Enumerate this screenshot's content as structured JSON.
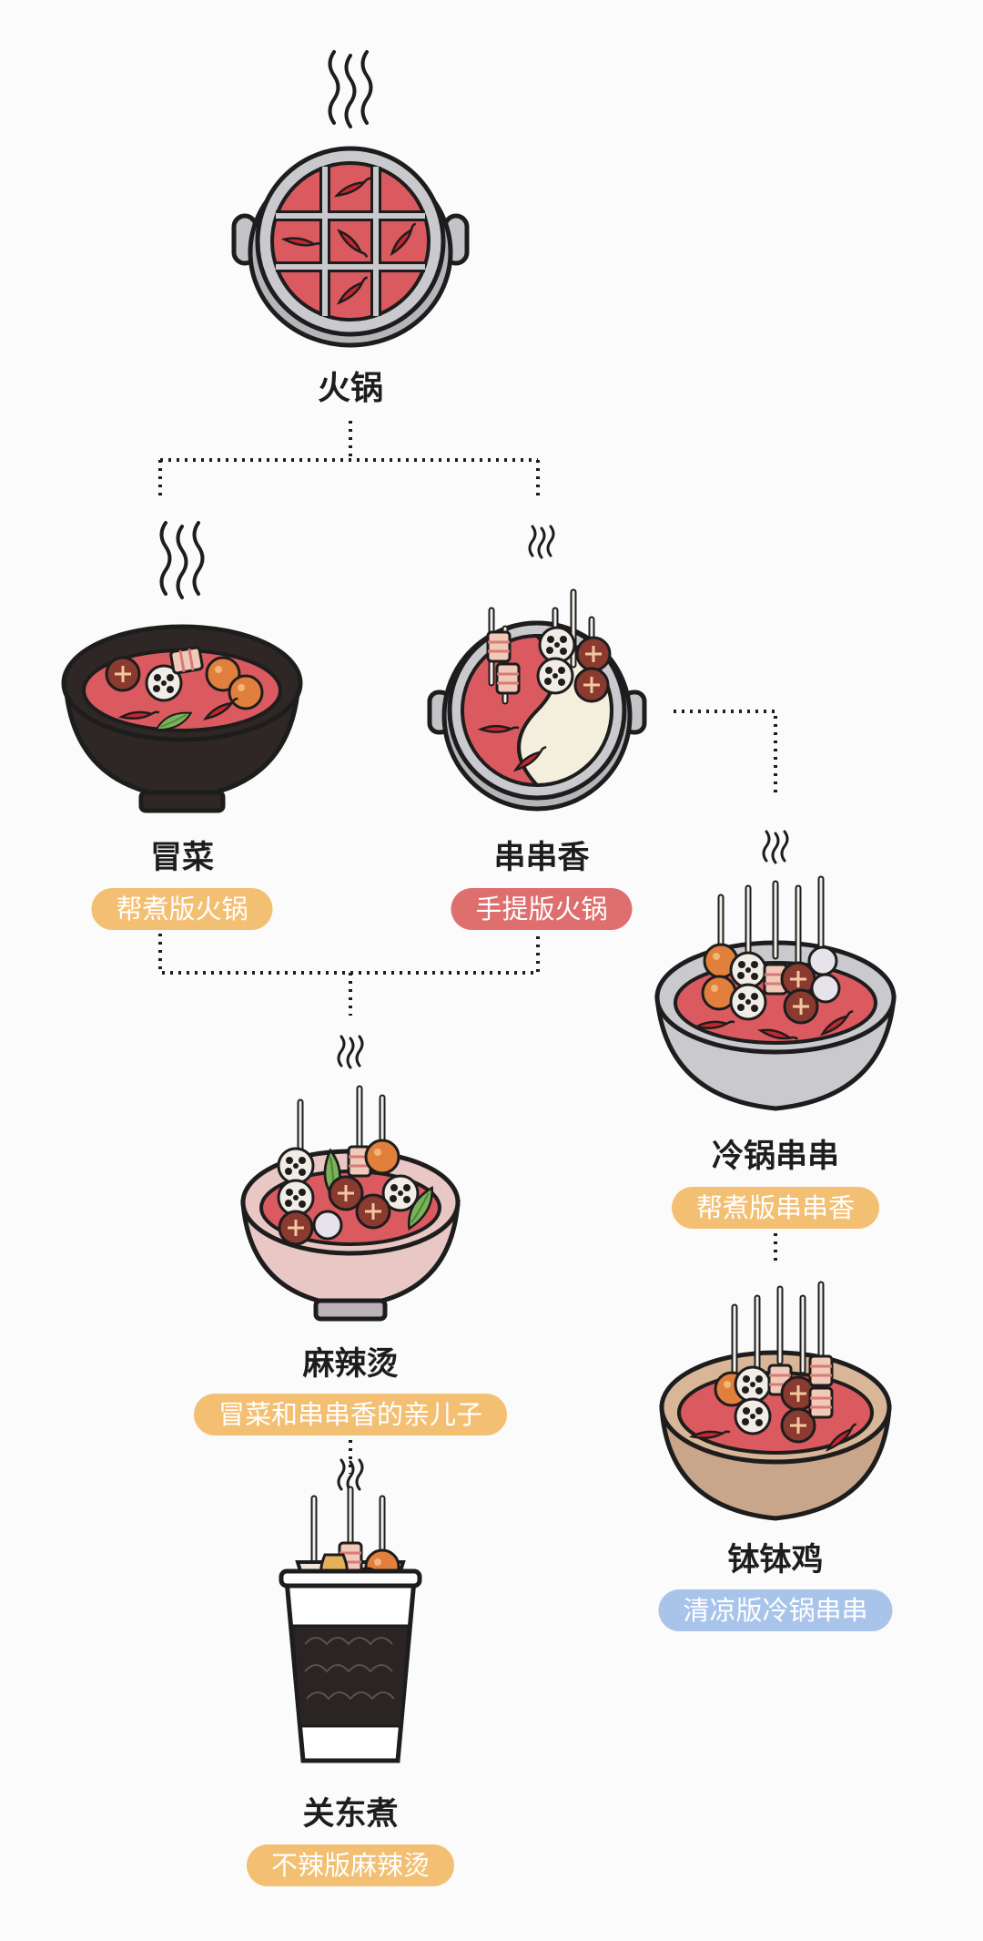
{
  "colors": {
    "tag_orange": "#f3bf72",
    "tag_red": "#df6f6f",
    "tag_blue": "#a9c4ea",
    "soup_red": "#db5a5f",
    "outline": "#1d1d1d"
  },
  "nodes": {
    "hotpot": {
      "label": "火锅",
      "icon": "hotpot-icon"
    },
    "maocai": {
      "label": "冒菜",
      "tag": "帮煮版火锅",
      "tag_color": "orange",
      "icon": "maocai-bowl-icon"
    },
    "chuanchuanxiang": {
      "label": "串串香",
      "tag": "手提版火锅",
      "tag_color": "red",
      "icon": "chuanchuan-pot-icon"
    },
    "lengguo": {
      "label": "冷锅串串",
      "tag": "帮煮版串串香",
      "tag_color": "orange",
      "icon": "lengguo-bowl-icon"
    },
    "malatang": {
      "label": "麻辣烫",
      "tag": "冒菜和串串香的亲儿子",
      "tag_color": "orange",
      "icon": "malatang-bowl-icon"
    },
    "bobo": {
      "label": "钵钵鸡",
      "tag": "清凉版冷锅串串",
      "tag_color": "blue",
      "icon": "bobo-bowl-icon"
    },
    "guandong": {
      "label": "关东煮",
      "tag": "不辣版麻辣烫",
      "tag_color": "orange",
      "icon": "oden-cup-icon"
    }
  }
}
